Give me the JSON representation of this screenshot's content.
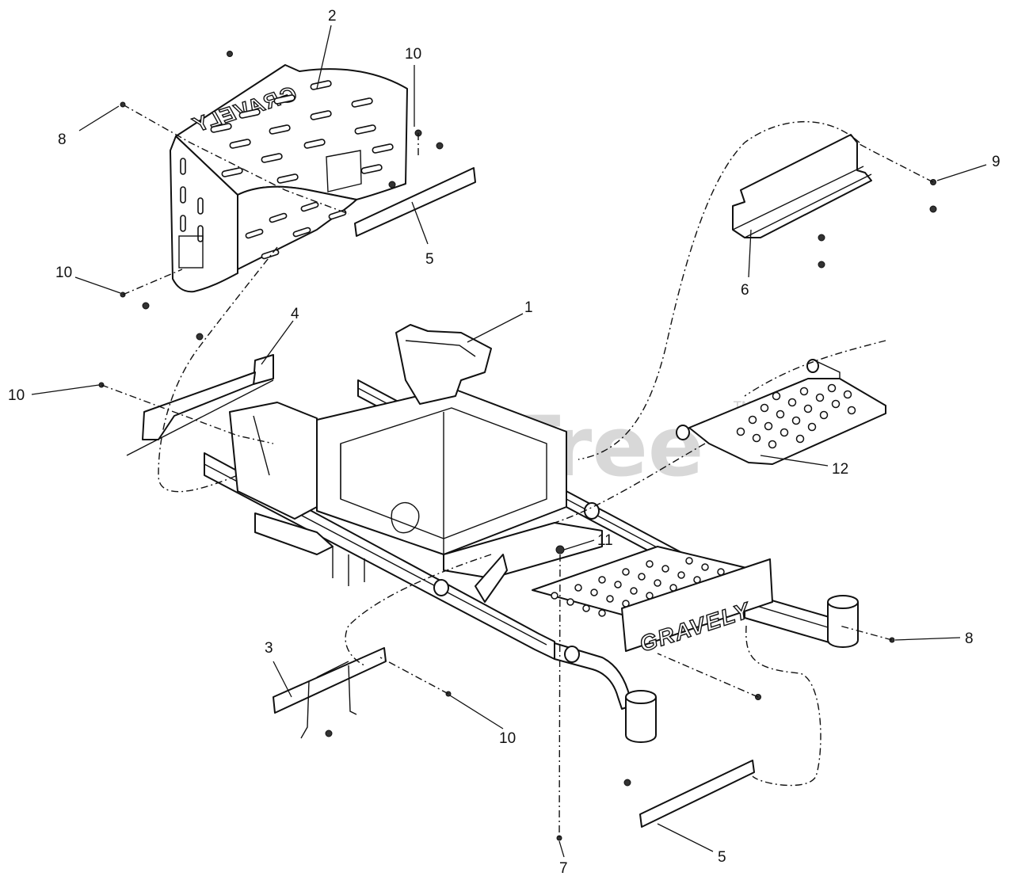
{
  "watermark": {
    "text": "PartsTree",
    "tm": "TM"
  },
  "brand": {
    "front_logo": "GRAVELY",
    "seat_logo": "GRAVELY"
  },
  "callouts": {
    "c1": "1",
    "c2": "2",
    "c3": "3",
    "c4": "4",
    "c5_top": "5",
    "c5_bottom": "5",
    "c6": "6",
    "c7": "7",
    "c8_left": "8",
    "c8_right": "8",
    "c9": "9",
    "c10_top": "10",
    "c10_midleft": "10",
    "c10_left": "10",
    "c10_bottom": "10",
    "c11": "11",
    "c12": "12"
  }
}
